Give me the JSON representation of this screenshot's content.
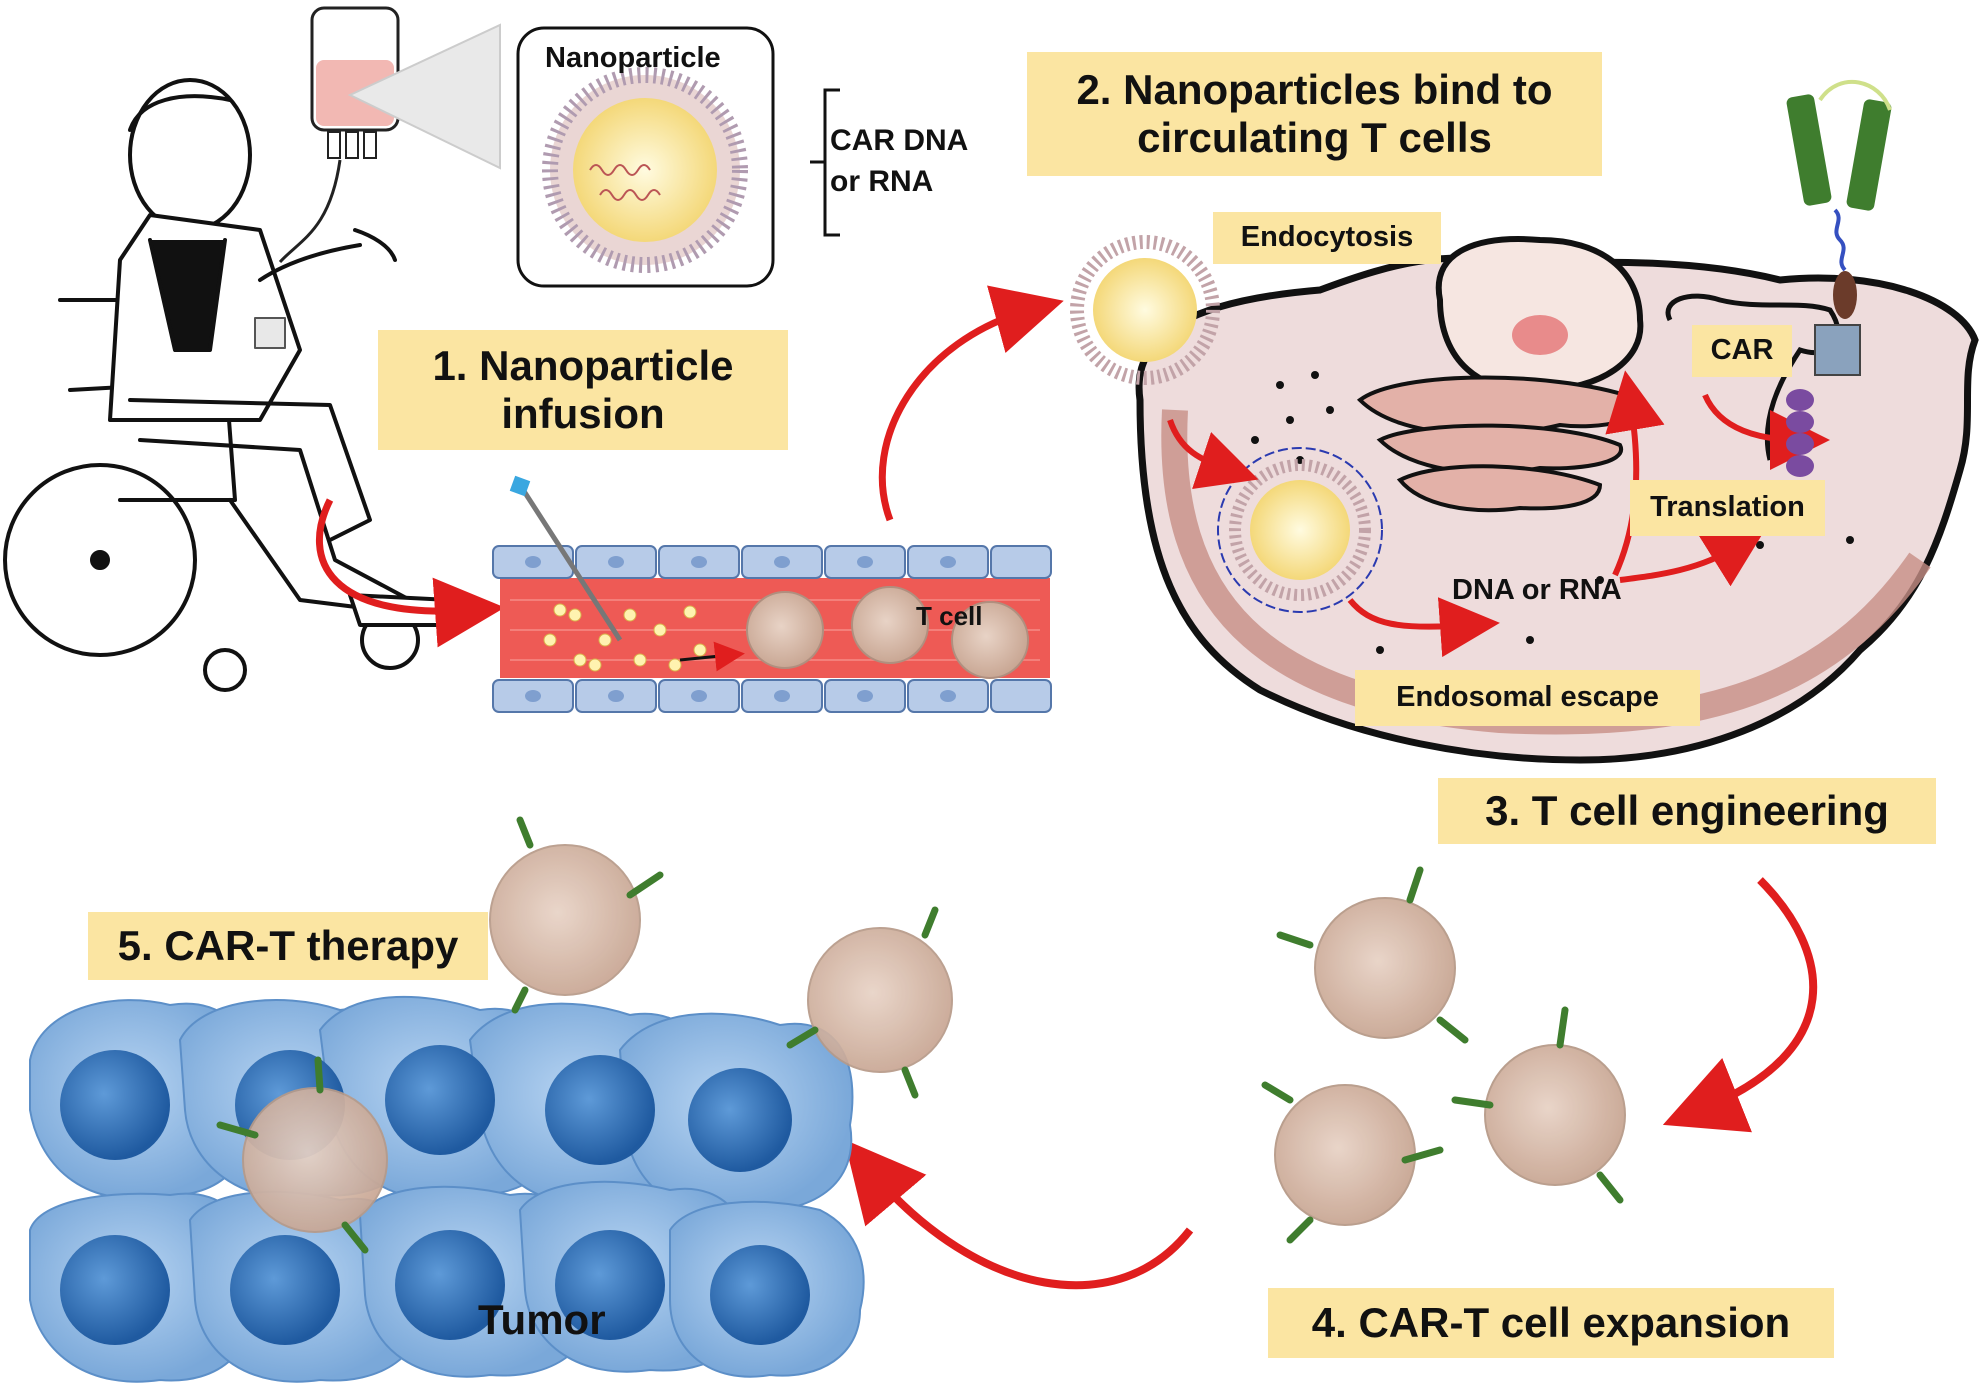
{
  "labels": {
    "nanoparticle": "Nanoparticle",
    "car_dna": "CAR DNA",
    "or_rna": "or RNA",
    "step1_line1": "1. Nanoparticle",
    "step1_line2": "infusion",
    "step2_line1": "2. Nanoparticles bind to",
    "step2_line2": "circulating T cells",
    "endocytosis": "Endocytosis",
    "car": "CAR",
    "translation": "Translation",
    "dna_or_rna": "DNA or RNA",
    "endosomal_escape": "Endosomal escape",
    "t_cell": "T cell",
    "step3": "3. T cell engineering",
    "step4": "4. CAR-T cell expansion",
    "step5": "5. CAR-T therapy",
    "tumor": "Tumor"
  },
  "colors": {
    "label_bg": "#fbe5a2",
    "arrow": "#e01e1e",
    "vessel": "#ee5a55",
    "endothelium": "#b7cbe8",
    "t_cell": "#d6b8a6",
    "tumor_cell": "#8ab6e3",
    "nucleus": "#2c6fb8",
    "cell_membrane": "#c78f86",
    "car_receptor": "#3f7d2e"
  },
  "icons": [
    "patient-wheelchair-icon",
    "iv-bag-icon",
    "nanoparticle-icon",
    "t-cell-icon",
    "tumor-cell-icon",
    "car-receptor-icon",
    "curved-arrow-icon"
  ]
}
